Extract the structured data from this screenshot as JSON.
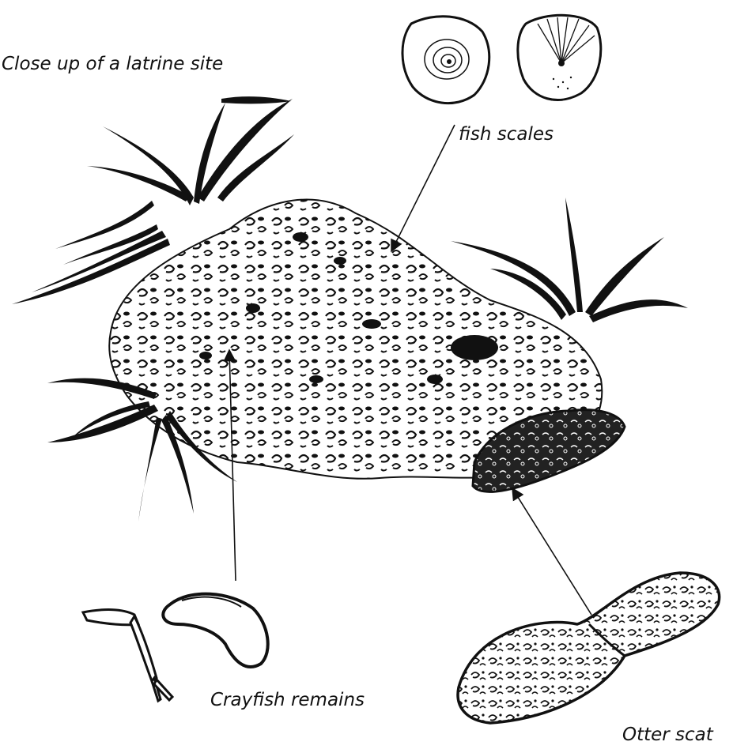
{
  "labels": {
    "title": "Close up of a latrine site",
    "fish_scales": "fish scales",
    "crayfish_remains": "Crayfish remains",
    "otter_scat": "Otter scat"
  },
  "colors": {
    "ink": "#111111",
    "paper": "#ffffff"
  }
}
